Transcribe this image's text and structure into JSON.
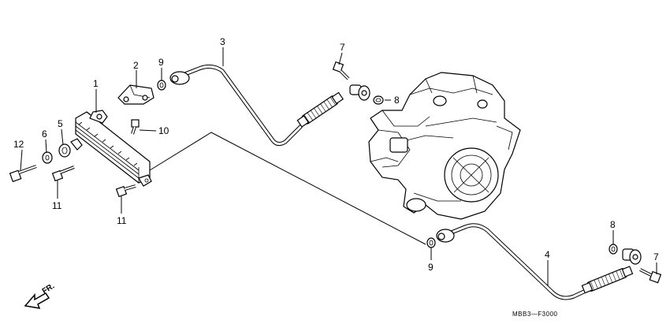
{
  "callouts": [
    {
      "id": "c1",
      "label": "1"
    },
    {
      "id": "c2",
      "label": "2"
    },
    {
      "id": "c3",
      "label": "3"
    },
    {
      "id": "c4",
      "label": "4"
    },
    {
      "id": "c5",
      "label": "5"
    },
    {
      "id": "c6",
      "label": "6"
    },
    {
      "id": "c7a",
      "label": "7"
    },
    {
      "id": "c7b",
      "label": "7"
    },
    {
      "id": "c8a",
      "label": "8"
    },
    {
      "id": "c8b",
      "label": "8"
    },
    {
      "id": "c9a",
      "label": "9"
    },
    {
      "id": "c9b",
      "label": "9"
    },
    {
      "id": "c10",
      "label": "10"
    },
    {
      "id": "c11a",
      "label": "11"
    },
    {
      "id": "c11b",
      "label": "11"
    },
    {
      "id": "c12",
      "label": "12"
    }
  ],
  "direction_label": "FR.",
  "diagram_code": "MBB3—F3000"
}
